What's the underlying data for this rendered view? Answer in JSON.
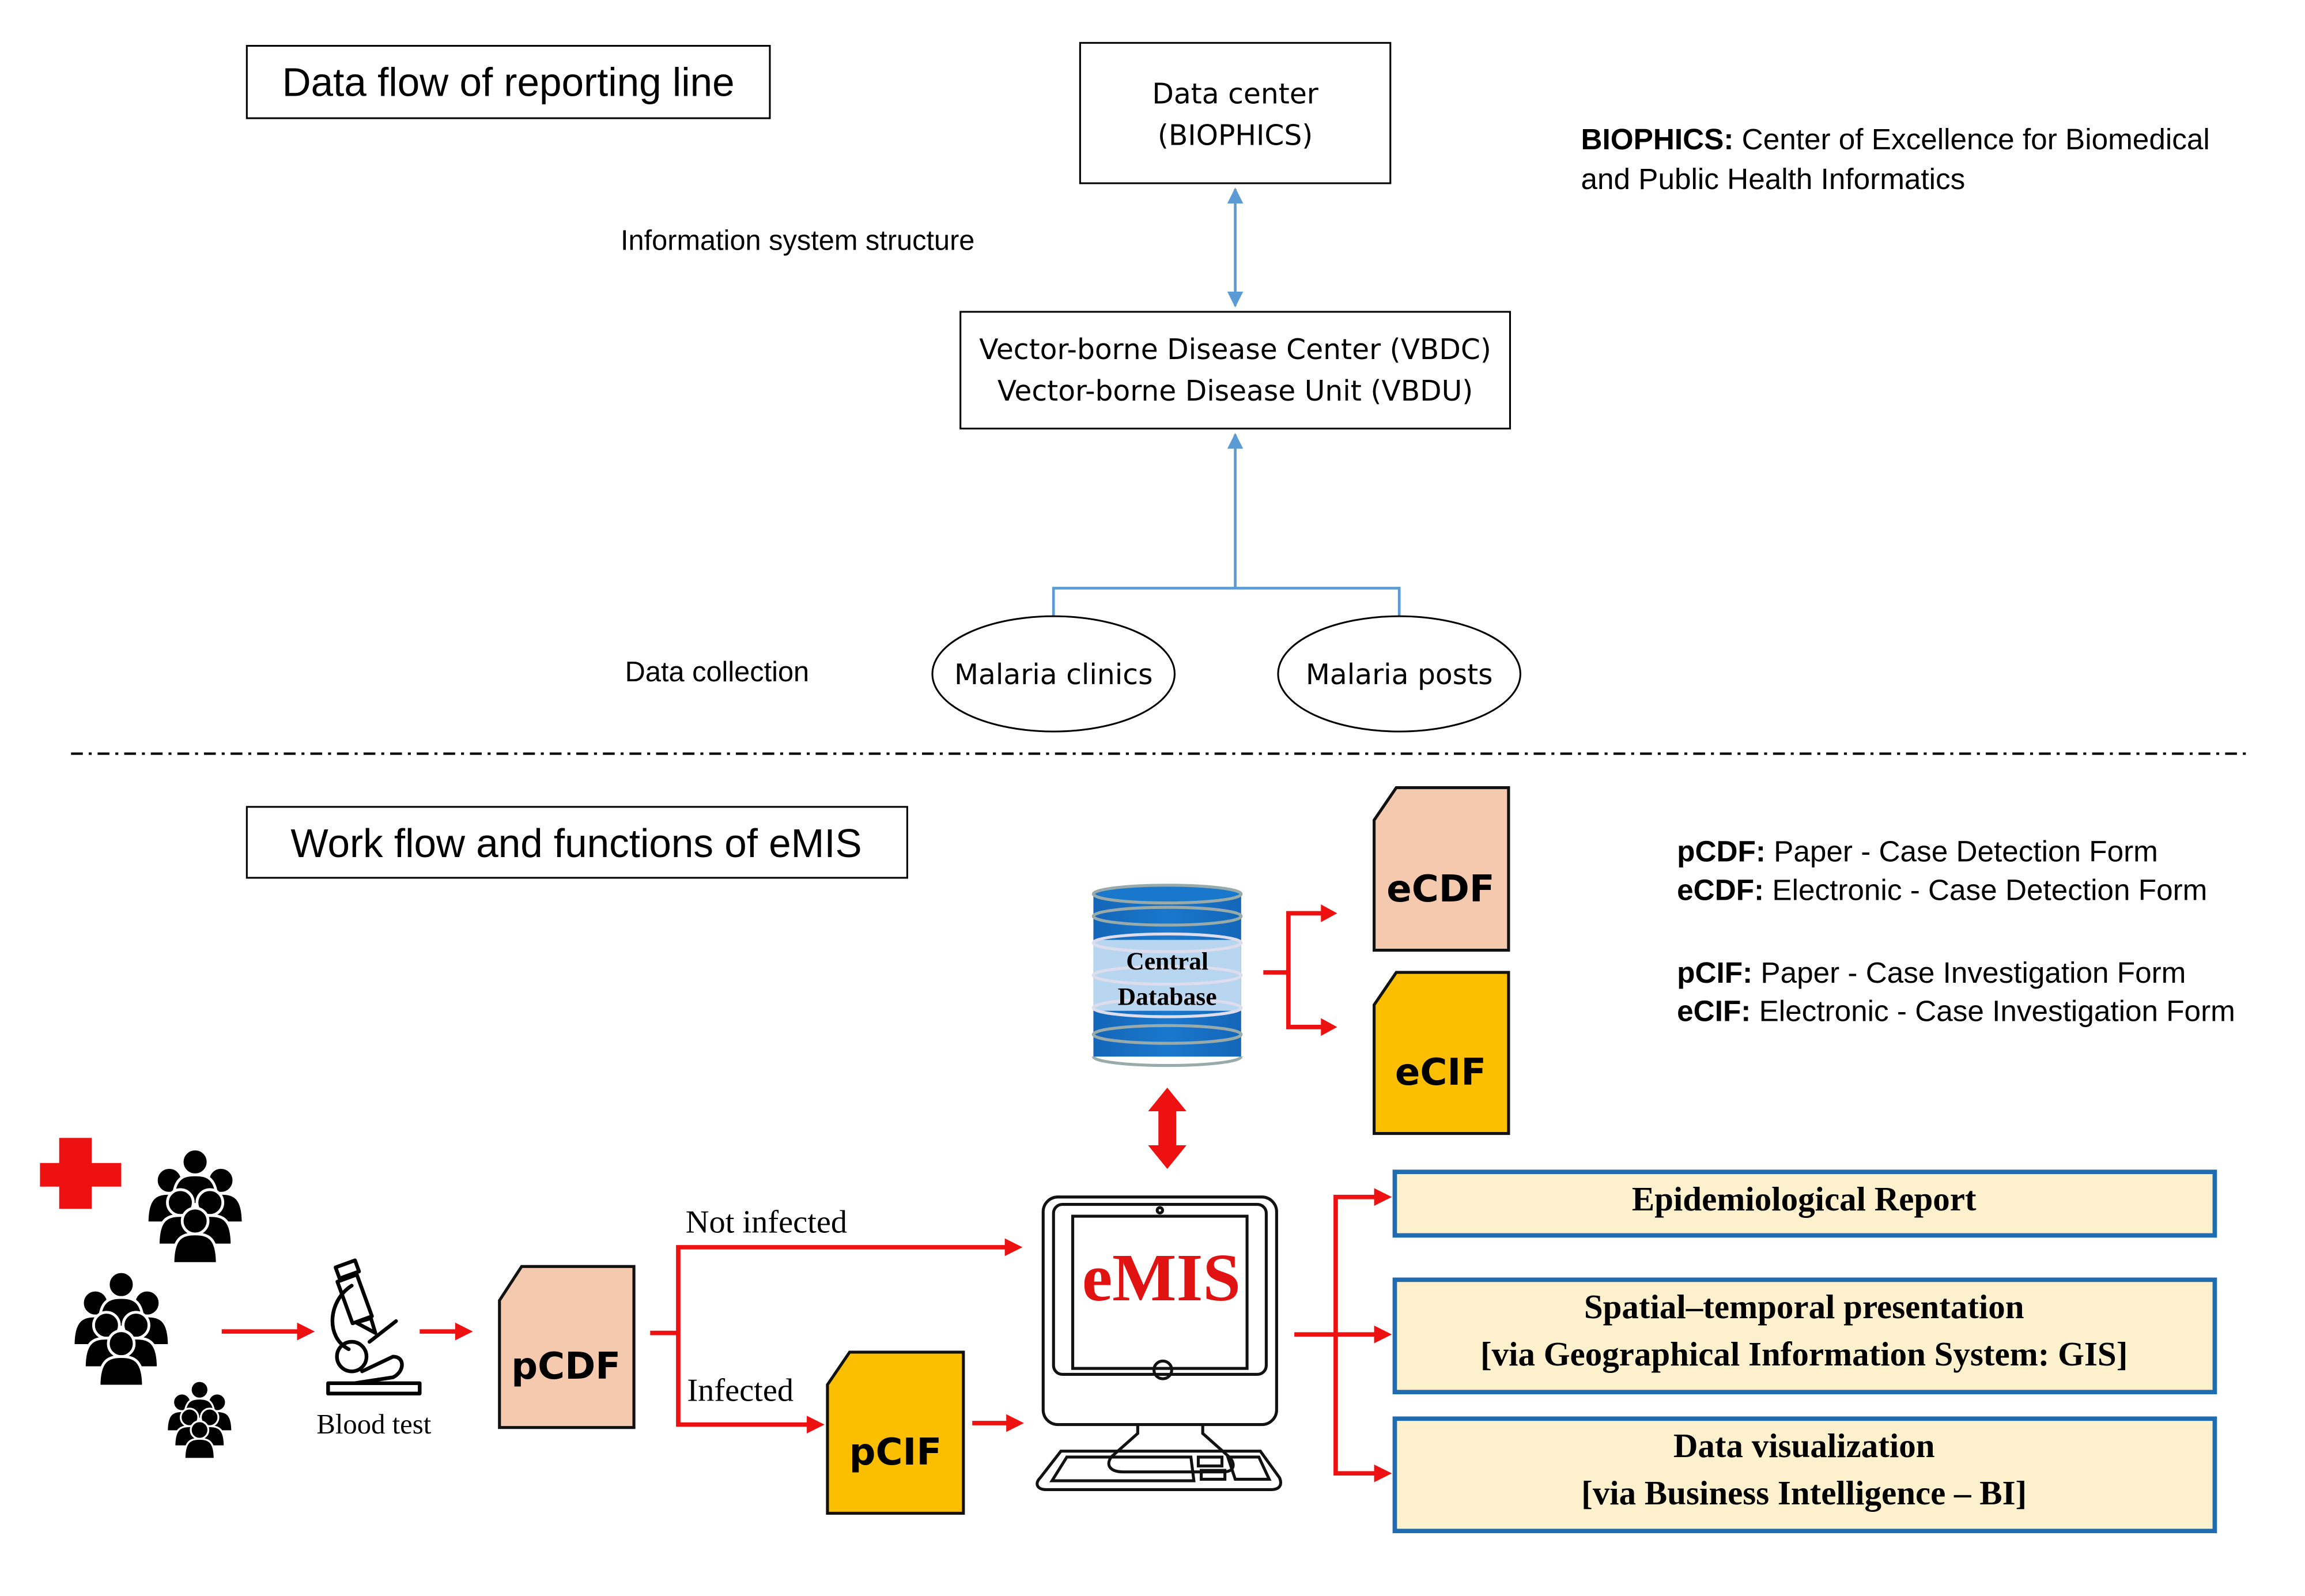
{
  "top_section": {
    "title": "Data flow of reporting line",
    "structure_label": "Information system structure",
    "collection_label": "Data collection",
    "data_center": {
      "line1": "Data center",
      "line2": "(BIOPHICS)"
    },
    "vbdc": {
      "line1": "Vector-borne Disease Center (VBDC)",
      "line2": "Vector-borne Disease Unit (VBDU)"
    },
    "sources": [
      "Malaria clinics",
      "Malaria posts"
    ],
    "legend": {
      "term": "BIOPHICS:",
      "definition_line1": "Center of Excellence for Biomedical",
      "definition_line2": "and Public Health Informatics"
    }
  },
  "bottom_section": {
    "title": "Work flow and functions of eMIS",
    "blood_test_label": "Blood test",
    "forms": {
      "pcdf": "pCDF",
      "pcif": "pCIF",
      "ecdf": "eCDF",
      "ecif": "eCIF"
    },
    "branch_labels": {
      "not_infected": "Not infected",
      "infected": "Infected"
    },
    "database": {
      "line1": "Central",
      "line2": "Database"
    },
    "emis_label": "eMIS",
    "outputs": [
      {
        "line1": "Epidemiological Report",
        "line2": ""
      },
      {
        "line1": "Spatial–temporal presentation",
        "line2": "[via Geographical Information System: GIS]"
      },
      {
        "line1": "Data visualization",
        "line2": "[via Business Intelligence – BI]"
      }
    ],
    "legend": [
      {
        "term": "pCDF:",
        "definition": "Paper - Case Detection Form"
      },
      {
        "term": "eCDF:",
        "definition": "Electronic - Case Detection Form"
      },
      {
        "term": "pCIF:",
        "definition": "Paper - Case Investigation Form"
      },
      {
        "term": "eCIF:",
        "definition": "Electronic - Case Investigation Form"
      }
    ]
  },
  "colors": {
    "flow_red": "#ee1111",
    "link_blue": "#5b9bd5",
    "output_border": "#1f6db0",
    "output_fill": "#fdf0cc",
    "paper_form": "#f5c9ad",
    "investigation_form": "#fbbf00",
    "db_blue": "#1670c0"
  }
}
